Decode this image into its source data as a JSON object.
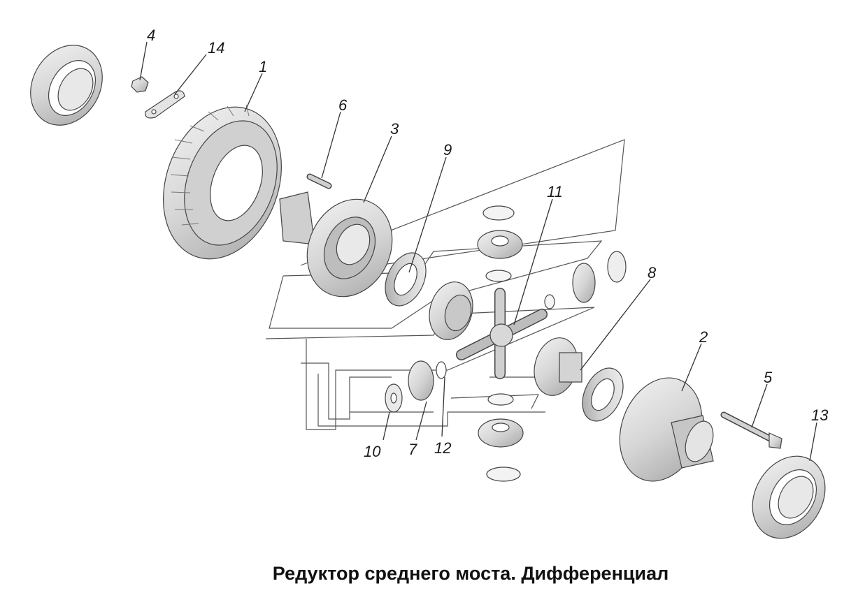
{
  "caption": "Редуктор среднего моста. Дифференциал",
  "colors": {
    "part_fill": "#e6e6e6",
    "part_shade": "#bdbdbd",
    "line": "#444444",
    "text": "#111111"
  },
  "callouts": [
    {
      "id": "1",
      "label": "1"
    },
    {
      "id": "2",
      "label": "2"
    },
    {
      "id": "3",
      "label": "3"
    },
    {
      "id": "4",
      "label": "4"
    },
    {
      "id": "5",
      "label": "5"
    },
    {
      "id": "6",
      "label": "6"
    },
    {
      "id": "7",
      "label": "7"
    },
    {
      "id": "8",
      "label": "8"
    },
    {
      "id": "9",
      "label": "9"
    },
    {
      "id": "10",
      "label": "10"
    },
    {
      "id": "11",
      "label": "11"
    },
    {
      "id": "12",
      "label": "12"
    },
    {
      "id": "13",
      "label": "13"
    },
    {
      "id": "14",
      "label": "14"
    }
  ]
}
